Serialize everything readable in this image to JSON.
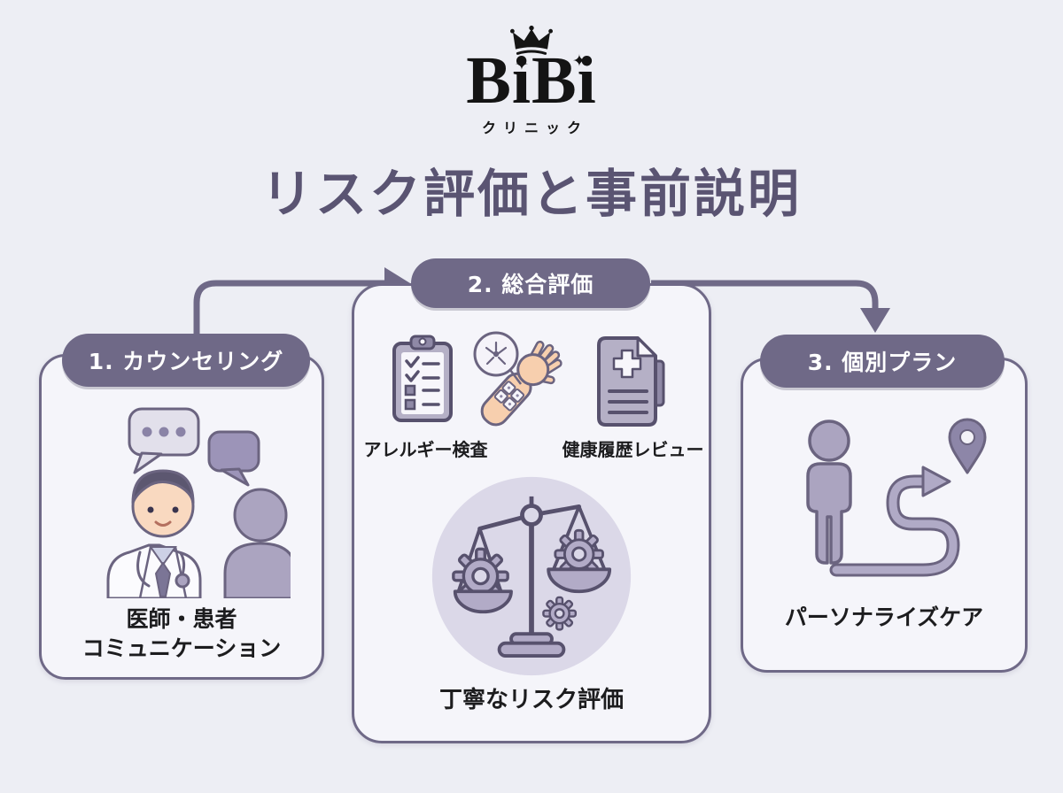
{
  "colors": {
    "background": "#edeef4",
    "card_fill": "#f5f5fa",
    "accent": "#6f6987",
    "outline": "#57516d",
    "title_color": "#5a5472",
    "text_color": "#1c1c1e",
    "pill_text": "#ffffff",
    "scale_circle_fill": "#dbd8e8",
    "skin_tone": "#f7cfae",
    "figure_fill": "#aba4c0",
    "logo_color": "#141414"
  },
  "logo": {
    "name": "BiBi",
    "subtitle": "クリニック",
    "crown_icon": "crown-icon",
    "sparkle_glyph": "✦"
  },
  "title": "リスク評価と事前説明",
  "flow": {
    "connector1": "step1-to-step2-arrow",
    "connector2": "step2-to-step3-arrow"
  },
  "steps": [
    {
      "pill": "1. カウンセリング",
      "caption_line1": "医師・患者",
      "caption_line2": "コミュニケーション",
      "illustration": "doctor-patient-conversation"
    },
    {
      "pill": "2. 総合評価",
      "item1_label": "アレルギー検査",
      "item2_label": "健康履歴レビュー",
      "caption": "丁寧なリスク評価",
      "icons": [
        "clipboard-checklist-icon",
        "allergy-test-arm-icon",
        "medical-document-icon",
        "balance-scale-gears-icon"
      ]
    },
    {
      "pill": "3. 個別プラン",
      "caption": "パーソナライズケア",
      "illustration": "person-route-pin"
    }
  ]
}
